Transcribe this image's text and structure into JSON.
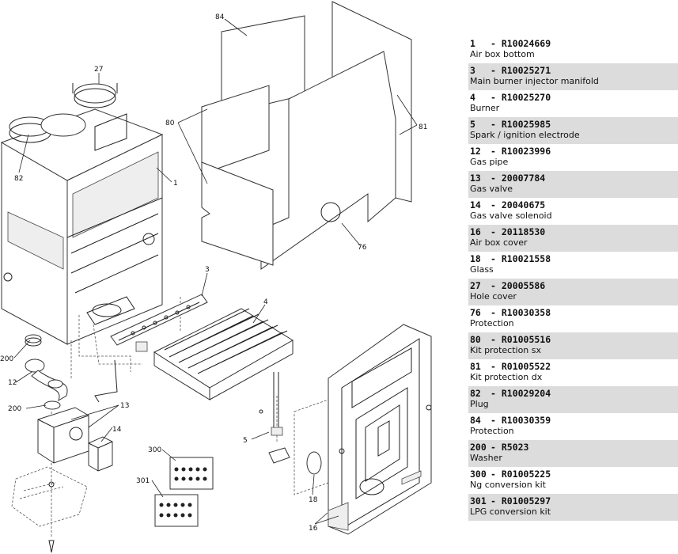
{
  "callouts": {
    "c84": "84",
    "c80": "80",
    "c81": "81",
    "c76": "76",
    "c27": "27",
    "c82": "82",
    "c1": "1",
    "c3": "3",
    "c4": "4",
    "c200a": "200",
    "c12": "12",
    "c200b": "200",
    "c13": "13",
    "c14": "14",
    "c5": "5",
    "c300": "300",
    "c301": "301",
    "c18": "18",
    "c16": "16"
  },
  "parts": [
    {
      "num": "1",
      "code": "- R10024669",
      "desc": "Air box bottom"
    },
    {
      "num": "3",
      "code": "- R10025271",
      "desc": "Main burner injector manifold"
    },
    {
      "num": "4",
      "code": "- R10025270",
      "desc": "Burner"
    },
    {
      "num": "5",
      "code": "- R10025985",
      "desc": "Spark / ignition electrode"
    },
    {
      "num": "12",
      "code": "- R10023996",
      "desc": "Gas pipe"
    },
    {
      "num": "13",
      "code": "- 20007784",
      "desc": "Gas valve"
    },
    {
      "num": "14",
      "code": "- 20040675",
      "desc": "Gas valve solenoid"
    },
    {
      "num": "16",
      "code": "- 20118530",
      "desc": "Air box cover"
    },
    {
      "num": "18",
      "code": "- R10021558",
      "desc": "Glass"
    },
    {
      "num": "27",
      "code": "- 20005586",
      "desc": "Hole cover"
    },
    {
      "num": "76",
      "code": "- R10030358",
      "desc": "Protection"
    },
    {
      "num": "80",
      "code": "- R01005516",
      "desc": "Kit protection sx"
    },
    {
      "num": "81",
      "code": "- R01005522",
      "desc": "Kit protection dx"
    },
    {
      "num": "82",
      "code": "- R10029204",
      "desc": "Plug"
    },
    {
      "num": "84",
      "code": "- R10030359",
      "desc": "Protection"
    },
    {
      "num": "200",
      "code": "- R5023",
      "desc": "Washer"
    },
    {
      "num": "300",
      "code": "- R01005225",
      "desc": "Ng conversion kit"
    },
    {
      "num": "301",
      "code": "- R01005297",
      "desc": "LPG conversion kit"
    }
  ]
}
